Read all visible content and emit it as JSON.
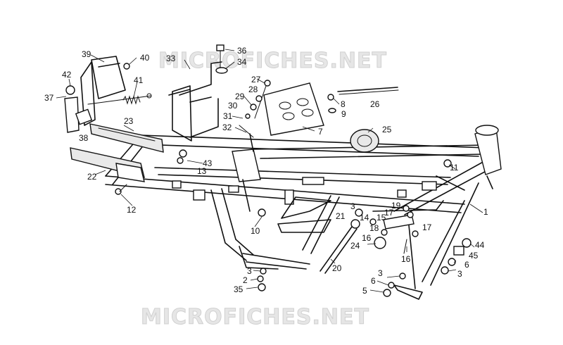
{
  "watermark": "MICROFICHES.NET",
  "callouts": [
    {
      "n": "36"
    },
    {
      "n": "34"
    },
    {
      "n": "33"
    },
    {
      "n": "39"
    },
    {
      "n": "40"
    },
    {
      "n": "42"
    },
    {
      "n": "41"
    },
    {
      "n": "37"
    },
    {
      "n": "38"
    },
    {
      "n": "27"
    },
    {
      "n": "28"
    },
    {
      "n": "29"
    },
    {
      "n": "30"
    },
    {
      "n": "31"
    },
    {
      "n": "32"
    },
    {
      "n": "8"
    },
    {
      "n": "9"
    },
    {
      "n": "26"
    },
    {
      "n": "7"
    },
    {
      "n": "25"
    },
    {
      "n": "23"
    },
    {
      "n": "43"
    },
    {
      "n": "13"
    },
    {
      "n": "22"
    },
    {
      "n": "12"
    },
    {
      "n": "11"
    },
    {
      "n": "1"
    },
    {
      "n": "19"
    },
    {
      "n": "3"
    },
    {
      "n": "14"
    },
    {
      "n": "15"
    },
    {
      "n": "17"
    },
    {
      "n": "21"
    },
    {
      "n": "18"
    },
    {
      "n": "16"
    },
    {
      "n": "17"
    },
    {
      "n": "24"
    },
    {
      "n": "10"
    },
    {
      "n": "16"
    },
    {
      "n": "20"
    },
    {
      "n": "44"
    },
    {
      "n": "45"
    },
    {
      "n": "6"
    },
    {
      "n": "3"
    },
    {
      "n": "3"
    },
    {
      "n": "2"
    },
    {
      "n": "35"
    },
    {
      "n": "3"
    },
    {
      "n": "6"
    },
    {
      "n": "5"
    }
  ]
}
